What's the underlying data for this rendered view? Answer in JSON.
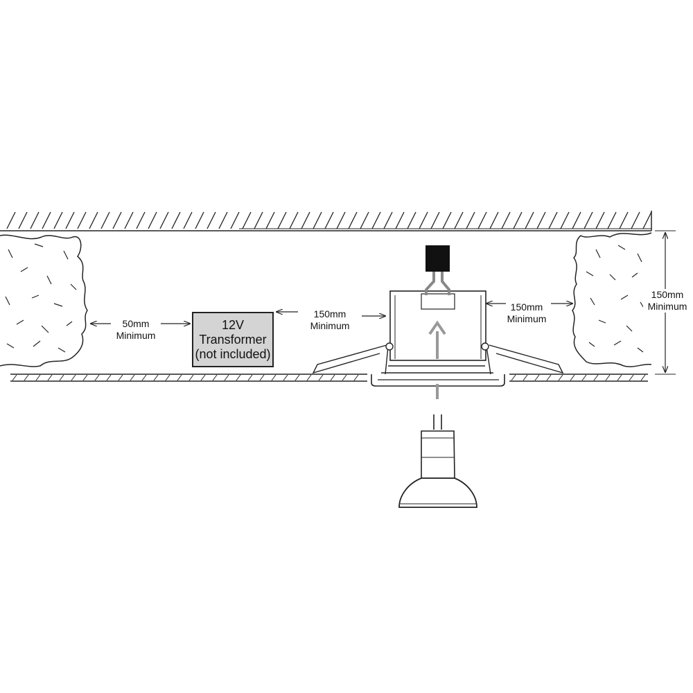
{
  "transformer": {
    "line1": "12V",
    "line2": "Transformer",
    "line3": "(not included)"
  },
  "clearances": {
    "insulation_left": {
      "value": "50mm",
      "note": "Minimum"
    },
    "transformer_to_fitting": {
      "value": "150mm",
      "note": "Minimum"
    },
    "fitting_to_insulation_right": {
      "value": "150mm",
      "note": "Minimum"
    },
    "void_depth": {
      "value": "150mm",
      "note": "Minimum"
    }
  },
  "colors": {
    "line": "#222222",
    "transformer_fill": "#d4d4d4",
    "connector": "#111111",
    "arrow": "#999999"
  }
}
